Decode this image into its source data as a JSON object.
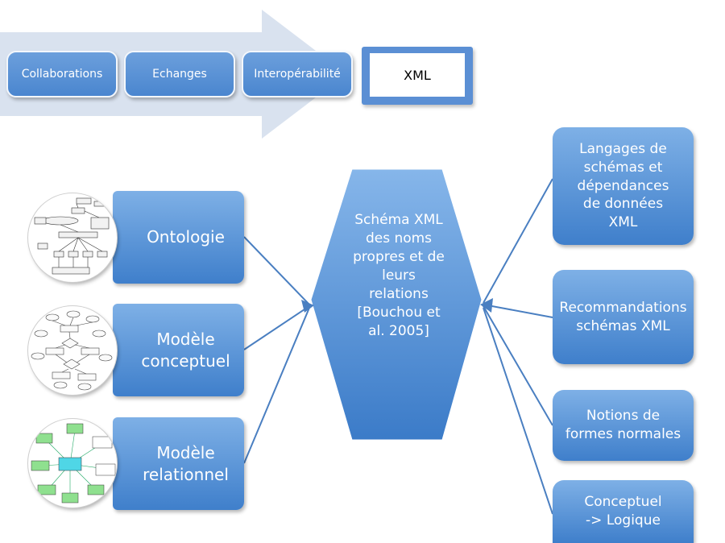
{
  "header_flow": {
    "steps": [
      "Collaborations",
      "Echanges",
      "Interopérabilité"
    ],
    "target": "XML"
  },
  "left_models": [
    {
      "label": "Ontologie",
      "icon": "ontology-diagram-thumbnail"
    },
    {
      "label": "Modèle conceptuel",
      "icon": "conceptual-model-thumbnail"
    },
    {
      "label": "Modèle relationnel",
      "icon": "relational-model-thumbnail"
    }
  ],
  "center": {
    "label": "Schéma XML des noms propres et de leurs relations [Bouchou et al. 2005]"
  },
  "right_topics": [
    {
      "label": "Langages de schémas et dépendances de données XML"
    },
    {
      "label": "Recommandations schémas XML"
    },
    {
      "label": "Notions de formes normales"
    },
    {
      "label": "Conceptuel -> Logique"
    }
  ],
  "colors": {
    "box_light": "#7eb0e6",
    "box_dark": "#3f7fcb",
    "arrow_band": "#d9e2ef",
    "connector": "#4a7fc1"
  }
}
